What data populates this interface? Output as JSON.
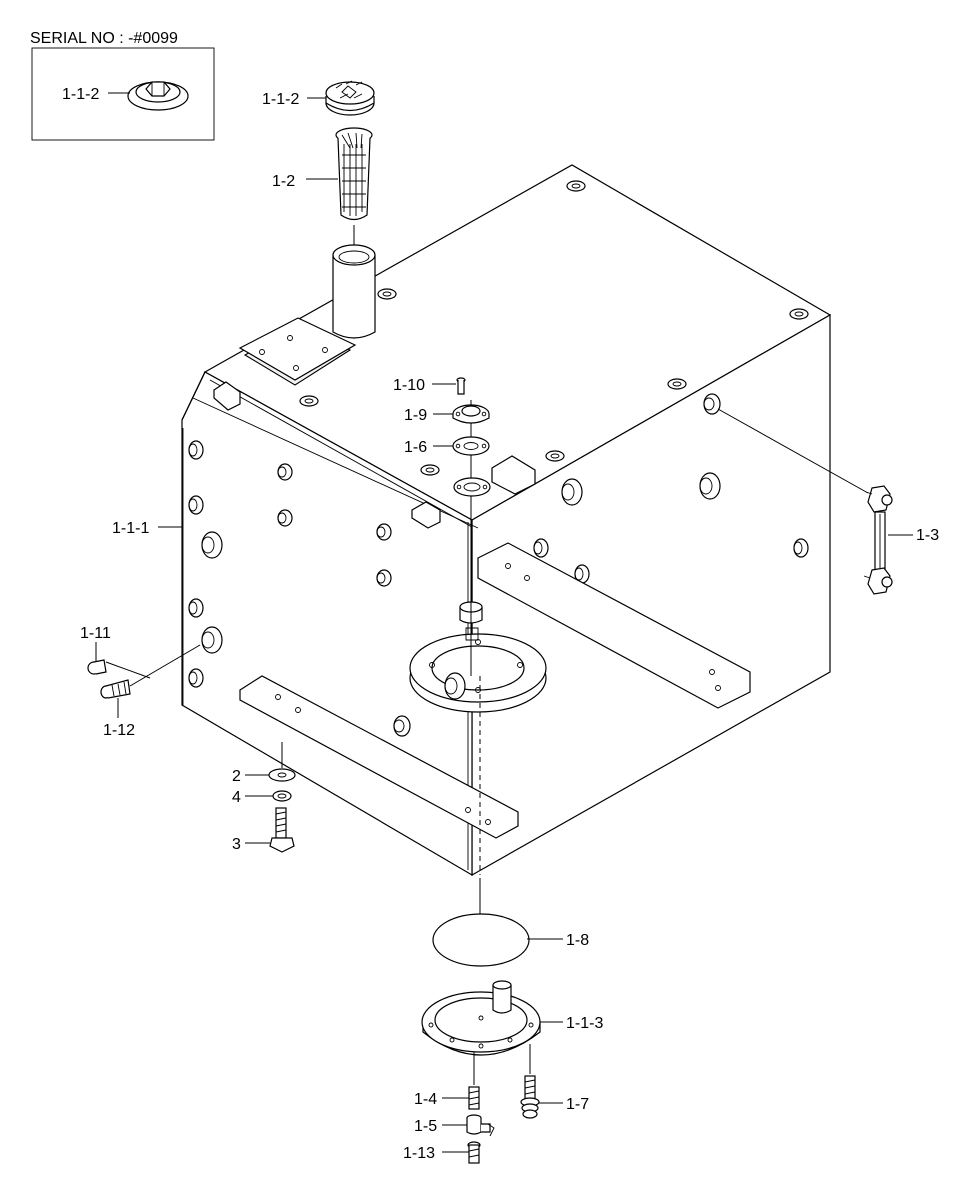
{
  "serial_note": "SERIAL NO : -#0099",
  "labels": {
    "inset_cap": "1-1-2",
    "cap": "1-1-2",
    "strainer": "1-2",
    "bolt_top": "1-10",
    "flange": "1-9",
    "gasket_top": "1-6",
    "tank": "1-1-1",
    "level_gauge": "1-3",
    "plug": "1-11",
    "nipple": "1-12",
    "washer": "2",
    "spring_washer": "4",
    "bolt": "3",
    "gasket_bottom": "1-8",
    "cover": "1-1-3",
    "fitting": "1-4",
    "cock": "1-5",
    "bolt_cover": "1-7",
    "drain_plug": "1-13"
  }
}
